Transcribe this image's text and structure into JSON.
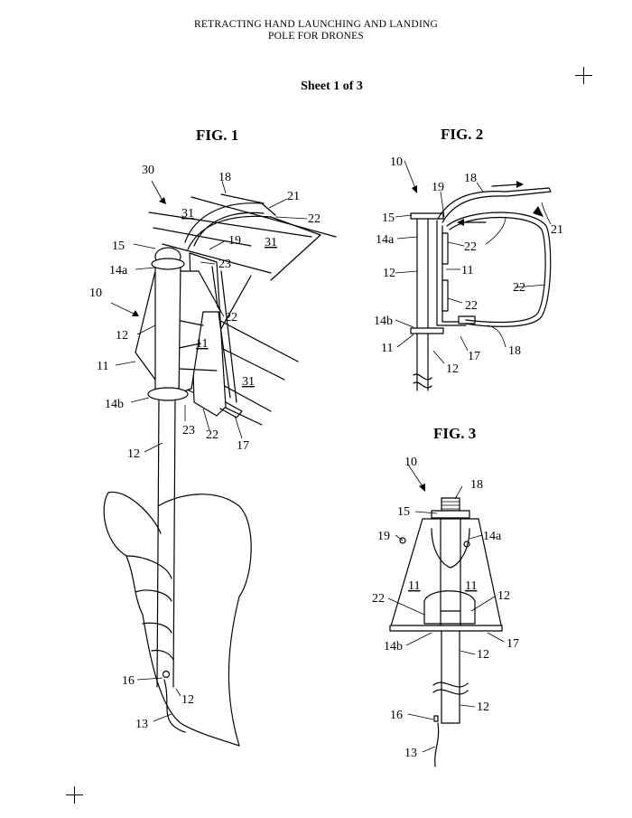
{
  "header": {
    "title_line1": "RETRACTING HAND LAUNCHING AND LANDING",
    "title_line2": "POLE FOR DRONES",
    "sheet": "Sheet 1 of 3"
  },
  "figures": {
    "fig1": "FIG. 1",
    "fig2": "FIG. 2",
    "fig3": "FIG. 3"
  },
  "refs": {
    "r10": "10",
    "r11": "11",
    "r12": "12",
    "r13": "13",
    "r14a": "14a",
    "r14b": "14b",
    "r15": "15",
    "r16": "16",
    "r17": "17",
    "r18": "18",
    "r19": "19",
    "r21": "21",
    "r22": "22",
    "r23": "23",
    "r30": "30",
    "r31": "31"
  }
}
